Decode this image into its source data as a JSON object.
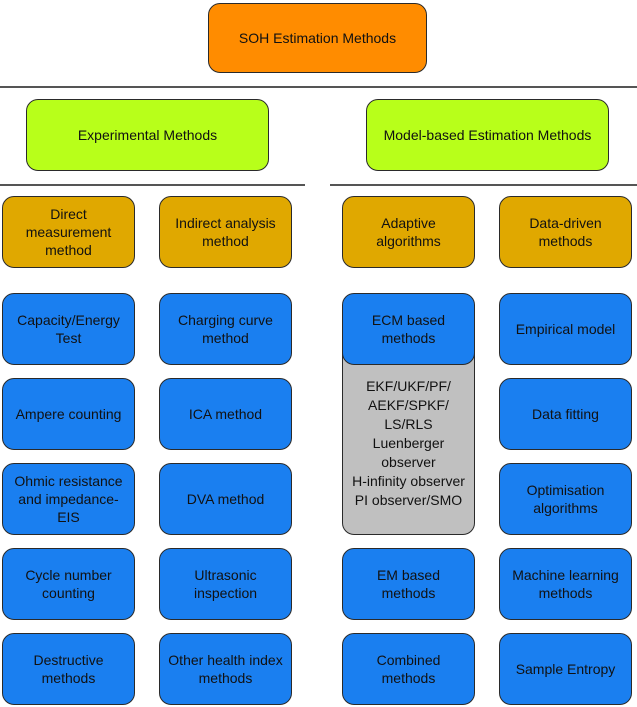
{
  "root": "SOH Estimation Methods",
  "categories": {
    "experimental": "Experimental Methods",
    "model_based": "Model-based Estimation Methods"
  },
  "subcategories": {
    "direct": "Direct\nmeasurement\nmethod",
    "indirect": "Indirect analysis\nmethod",
    "adaptive": "Adaptive\nalgorithms",
    "data_driven": "Data-driven\nmethods"
  },
  "direct_methods": [
    "Capacity/Energy\nTest",
    "Ampere counting",
    "Ohmic resistance\nand impedance-EIS",
    "Cycle number\ncounting",
    "Destructive\nmethods"
  ],
  "indirect_methods": [
    "Charging curve\nmethod",
    "ICA method",
    "DVA method",
    "Ultrasonic\ninspection",
    "Other health index\nmethods"
  ],
  "adaptive_methods": {
    "ecm": "ECM based\nmethods",
    "observers": "EKF/UKF/PF/\nAEKF/SPKF/\nLS/RLS\nLuenberger\nobserver\nH-infinity observer\nPI observer/SMO",
    "em": "EM based methods",
    "combined": "Combined methods"
  },
  "data_driven_methods": [
    "Empirical model",
    "Data fitting",
    "Optimisation\nalgorithms",
    "Machine learning\nmethods",
    "Sample Entropy"
  ],
  "colors": {
    "root": "#ff8c00",
    "category": "#b8ff1a",
    "subcategory": "#e0a800",
    "leaf": "#1a7ff0",
    "observer_box": "#c0c0c0",
    "divider": "#555555"
  }
}
